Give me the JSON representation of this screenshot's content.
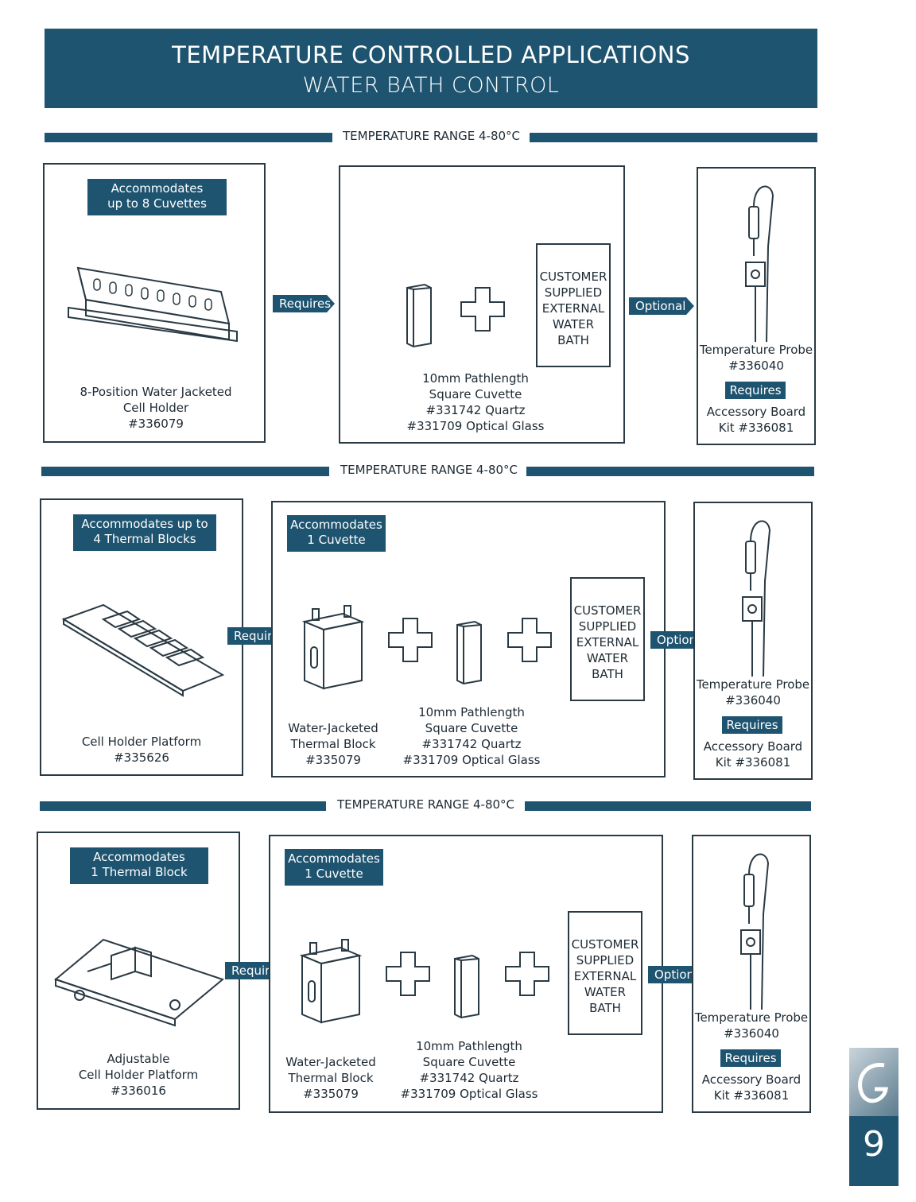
{
  "header": {
    "title": "TEMPERATURE CONTROLLED APPLICATIONS",
    "subtitle": "WATER BATH CONTROL"
  },
  "labels": {
    "range": "TEMPERATURE RANGE 4-80°C",
    "requires": "Requires",
    "optional": "Optional",
    "water_bath": [
      "CUSTOMER",
      "SUPPLIED",
      "EXTERNAL",
      "WATER",
      "BATH"
    ],
    "probe": [
      "Temperature Probe",
      "#336040"
    ],
    "accessory": [
      "Accessory Board",
      "Kit #336081"
    ],
    "cuvette_tag": [
      "Accommodates",
      "1 Cuvette"
    ],
    "block": [
      "Water-Jacketed",
      "Thermal Block",
      "#335079"
    ],
    "cuvette": [
      "10mm Pathlength",
      "Square Cuvette",
      "#331742 Quartz",
      "#331709 Optical Glass"
    ]
  },
  "rows": [
    {
      "holder_tag": [
        "Accommodates",
        "up to 8 Cuvettes"
      ],
      "holder": [
        "8-Position Water Jacketed",
        "Cell Holder",
        "#336079"
      ]
    },
    {
      "holder_tag": [
        "Accommodates up to",
        "4 Thermal Blocks"
      ],
      "holder": [
        "Cell Holder Platform",
        "#335626"
      ]
    },
    {
      "holder_tag": [
        "Accommodates",
        "1 Thermal Block"
      ],
      "holder": [
        "Adjustable",
        "Cell Holder Platform",
        "#336016"
      ]
    }
  ],
  "page": {
    "number": "9"
  }
}
